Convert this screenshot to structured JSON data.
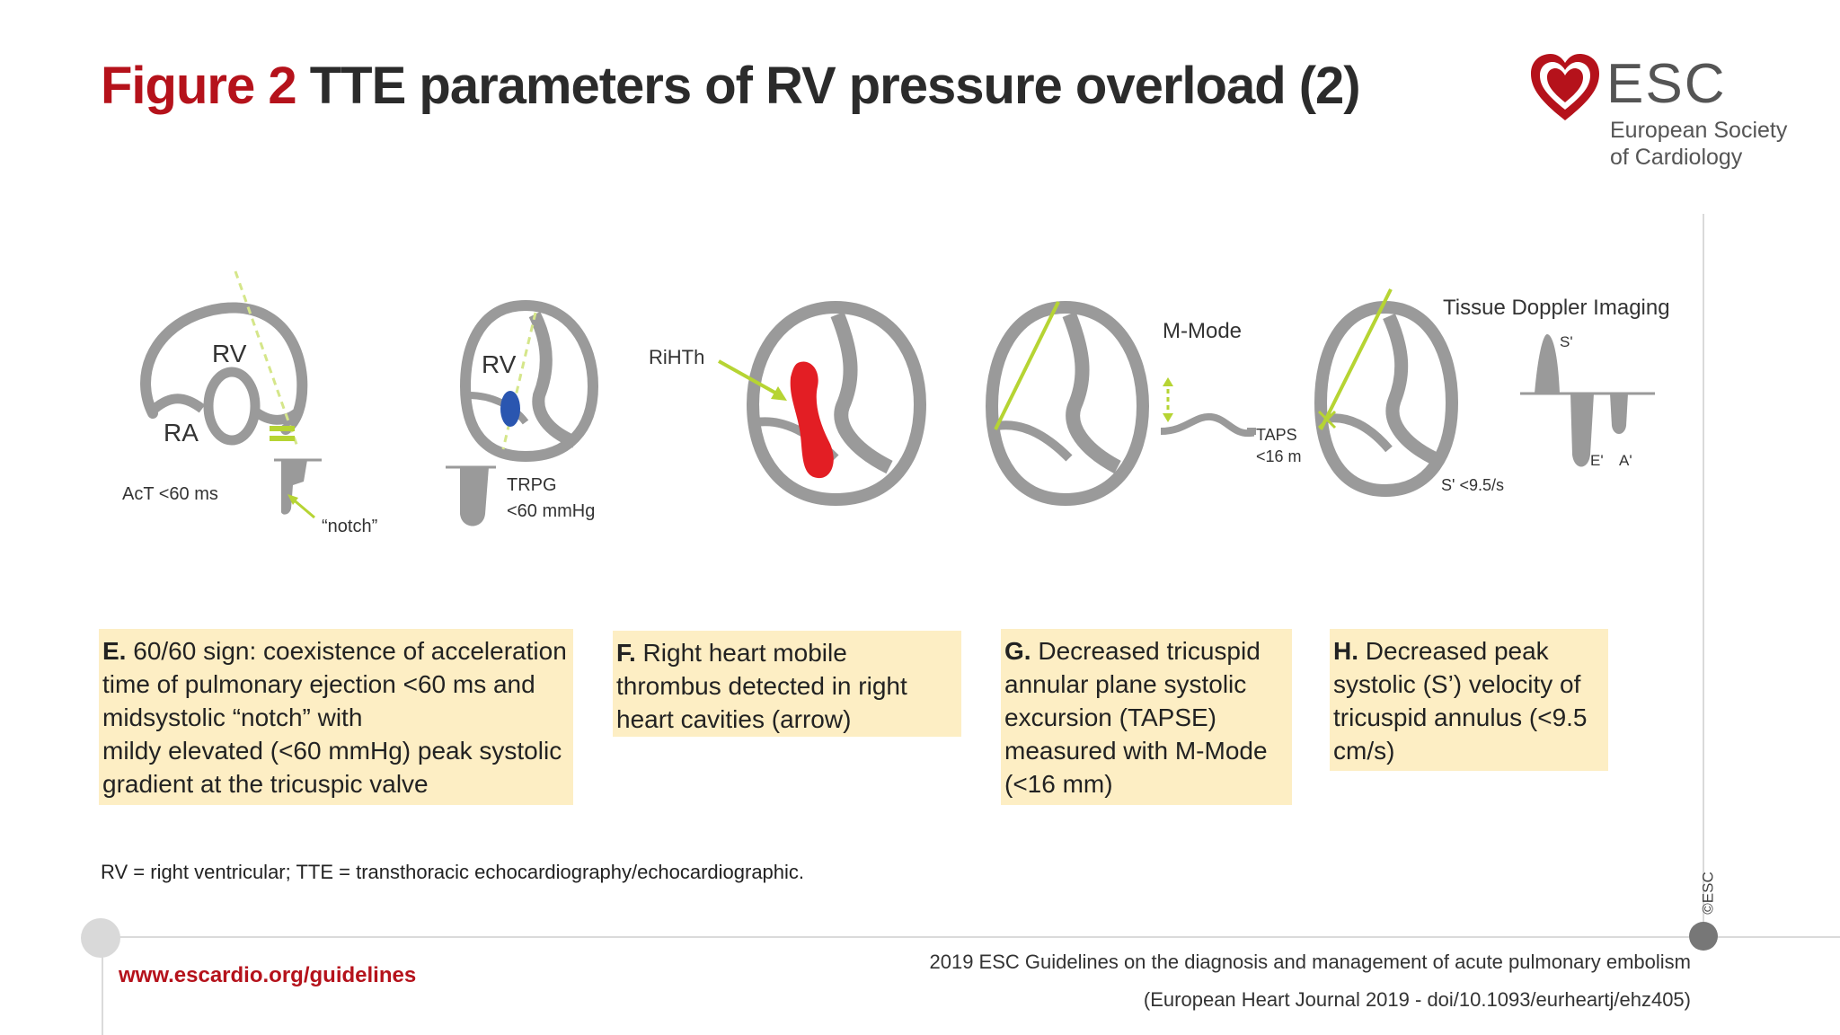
{
  "title": {
    "figure": "Figure 2",
    "text": "TTE parameters of RV pressure overload (2)"
  },
  "logo": {
    "abbr": "ESC",
    "line1": "European Society",
    "line2": "of Cardiology",
    "color": "#b5121b"
  },
  "panels": {
    "e": {
      "rv": "RV",
      "ra": "RA",
      "act": "AcT <60 ms",
      "notch": "“notch”"
    },
    "e2": {
      "rv": "RV",
      "trpg1": "TRPG",
      "trpg2": "<60 mmHg"
    },
    "f": {
      "rihth": "RiHTh"
    },
    "g": {
      "mmode": "M-Mode",
      "taps1": "TAPS",
      "taps2": "<16 m"
    },
    "h": {
      "tdi": "Tissue Doppler Imaging",
      "s": "S'",
      "e": "E'",
      "a": "A'",
      "sval": "S' <9.5/s"
    }
  },
  "captions": [
    {
      "letter": "E.",
      "text": " 60/60  sign: coexistence of acceleration time of pulmonary ejection <60 ms and midsystolic “notch” with\n mildy elevated (<60 mmHg) peak systolic gradient at the tricuspic valve"
    },
    {
      "letter": "F.",
      "text": " Right heart mobile thrombus detected in right heart cavities (arrow)"
    },
    {
      "letter": "G.",
      "text": " Decreased tricuspid annular plane systolic excursion (TAPSE) measured with M-Mode (<16 mm)"
    },
    {
      "letter": "H.",
      "text": " Decreased peak systolic (S’) velocity of tricuspid annulus (<9.5 cm/s)"
    }
  ],
  "footnote": "RV = right ventricular; TTE = transthoracic echocardiography/echocardiographic.",
  "copyright": "©ESC",
  "footer": {
    "url": "www.escardio.org/guidelines",
    "citation1": "2019  ESC Guidelines on the diagnosis and management of acute pulmonary embolism",
    "citation2": "(European Heart Journal 2019 - doi/10.1093/eurheartj/ehz405)"
  },
  "colors": {
    "accent": "#b5121b",
    "caption_bg": "#fdeec4",
    "heart_gray": "#9a9a9a",
    "marker_green": "#b6d433",
    "thrombus_red": "#e31e24",
    "jet_blue": "#2a56b0"
  }
}
